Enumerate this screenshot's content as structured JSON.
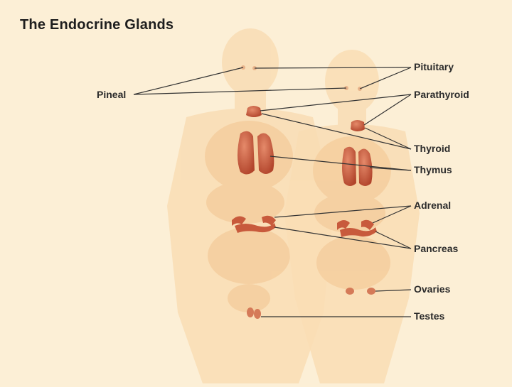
{
  "title": "The Endocrine Glands",
  "labels": {
    "pineal": "Pineal",
    "pituitary": "Pituitary",
    "parathyroid": "Parathyroid",
    "thyroid": "Thyroid",
    "thymus": "Thymus",
    "adrenal": "Adrenal",
    "pancreas": "Pancreas",
    "ovaries": "Ovaries",
    "testes": "Testes"
  },
  "colors": {
    "background": "#fcefd6",
    "body_silhouette": "#f9ddb4",
    "organ_shadow": "#f5cfa0",
    "gland": "#c85a3c",
    "leader_line": "#333333"
  }
}
